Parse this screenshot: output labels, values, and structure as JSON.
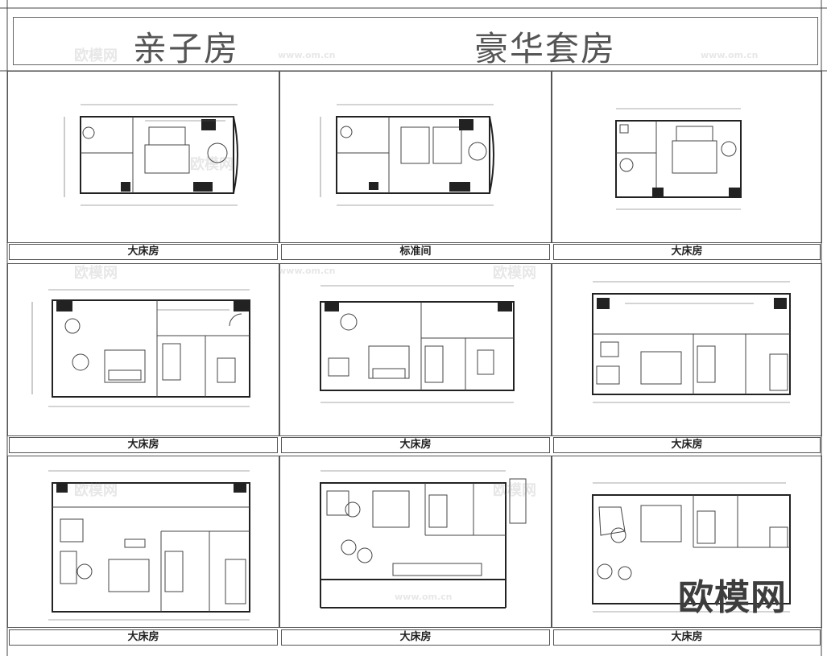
{
  "header": {
    "title_left": "亲子房",
    "title_right": "豪华套房"
  },
  "panels": [
    {
      "caption": "大床房",
      "variant": "compact-king"
    },
    {
      "caption": "标准间",
      "variant": "compact-twin"
    },
    {
      "caption": "大床房",
      "variant": "compact-king-b"
    },
    {
      "caption": "大床房",
      "variant": "suite-a"
    },
    {
      "caption": "大床房",
      "variant": "suite-b"
    },
    {
      "caption": "大床房",
      "variant": "suite-c"
    },
    {
      "caption": "大床房",
      "variant": "suite-d"
    },
    {
      "caption": "大床房",
      "variant": "suite-e"
    },
    {
      "caption": "大床房",
      "variant": "suite-f"
    }
  ],
  "watermark": {
    "brand": "欧模网",
    "url": "www.om.cn"
  }
}
